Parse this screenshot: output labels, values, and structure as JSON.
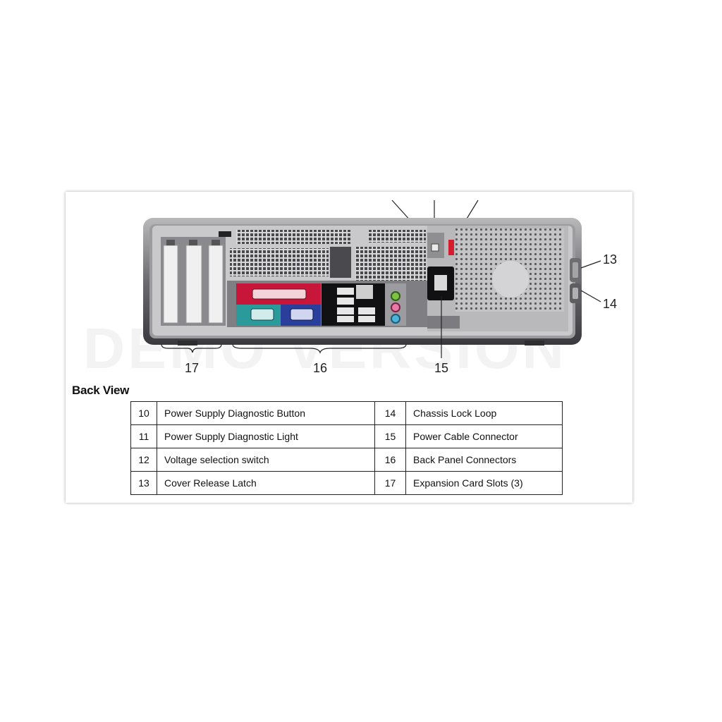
{
  "diagram": {
    "callouts": {
      "c13": "13",
      "c14": "14",
      "c15": "15",
      "c16": "16",
      "c17": "17"
    }
  },
  "watermark": "DEMO VERSION",
  "title": "Back View",
  "legend": {
    "rows": [
      {
        "num_a": "10",
        "label_a": "Power Supply Diagnostic Button",
        "num_b": "14",
        "label_b": "Chassis Lock Loop"
      },
      {
        "num_a": "11",
        "label_a": "Power Supply Diagnostic Light",
        "num_b": "15",
        "label_b": "Power Cable Connector"
      },
      {
        "num_a": "12",
        "label_a": "Voltage selection switch",
        "num_b": "16",
        "label_b": "Back Panel Connectors"
      },
      {
        "num_a": "13",
        "label_a": "Cover Release Latch",
        "num_b": "17",
        "label_b": "Expansion Card Slots (3)"
      }
    ]
  },
  "colors": {
    "chassis": "#8e8e90",
    "panel": "#c8c8ca",
    "port_red": "#c8163a",
    "port_teal": "#2a9a9a",
    "port_blue": "#2a3f9c",
    "audio_green": "#7dc243",
    "audio_pink": "#e87aa5",
    "audio_blue": "#4fb3d9"
  }
}
